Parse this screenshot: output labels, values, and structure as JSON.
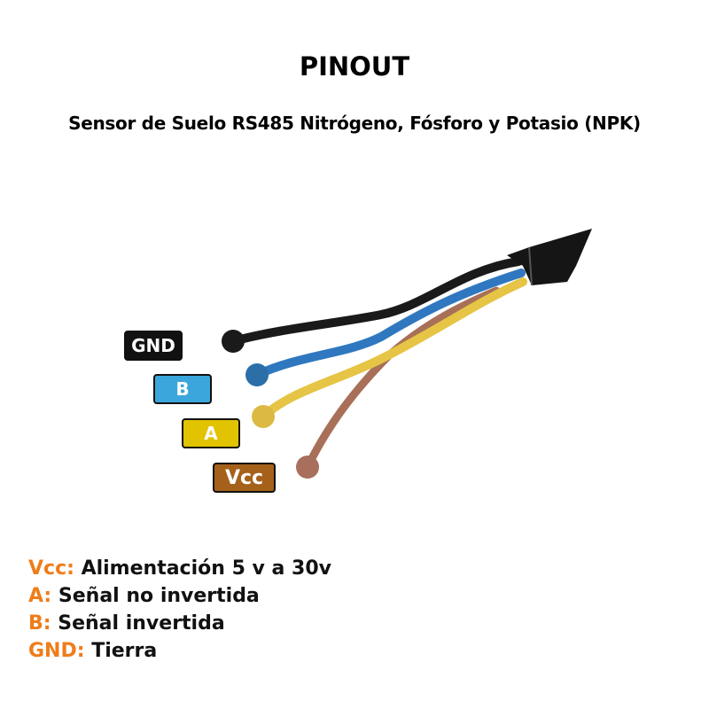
{
  "title": "PINOUT",
  "subtitle": "Sensor de Suelo RS485 Nitrógeno, Fósforo y Potasio (NPK)",
  "pins": [
    {
      "label": "GND",
      "color": "#111111"
    },
    {
      "label": "B",
      "color": "#3aa6db"
    },
    {
      "label": "A",
      "color": "#e2c300"
    },
    {
      "label": "Vcc",
      "color": "#a5611a"
    }
  ],
  "legend": [
    {
      "key": "Vcc:",
      "text": "Alimentación  5 v a 30v"
    },
    {
      "key": "A:",
      "text": "Señal no invertida"
    },
    {
      "key": "B:",
      "text": "Señal invertida"
    },
    {
      "key": "GND:",
      "text": "Tierra"
    }
  ],
  "colors": {
    "accent": "#ee7d1a"
  }
}
